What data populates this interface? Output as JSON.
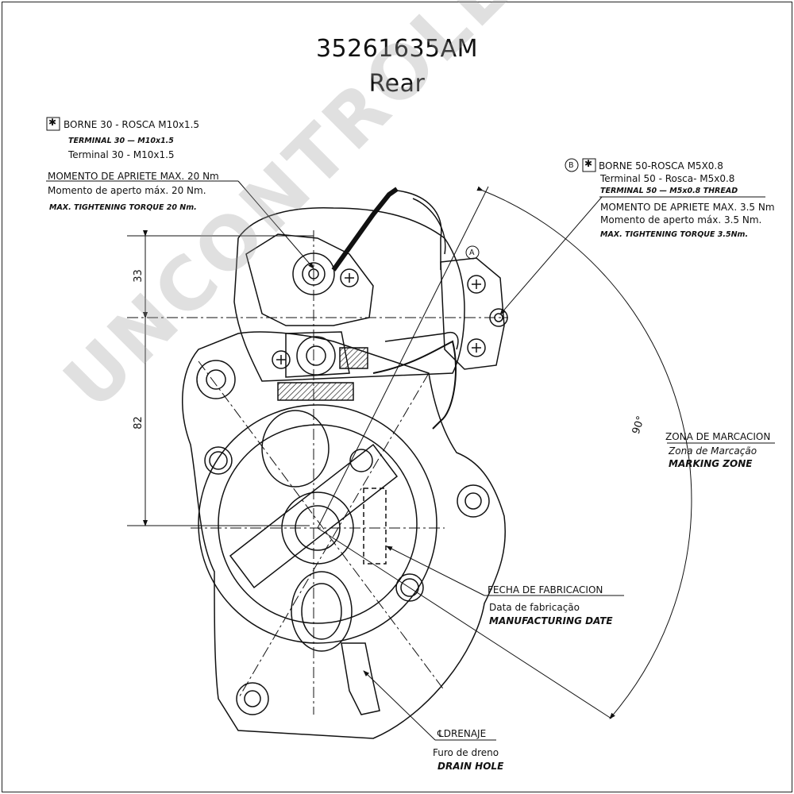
{
  "title": {
    "part_number": "35261635AM",
    "view": "Rear"
  },
  "terminal30": {
    "symbol": "✱",
    "line1": "BORNE 30 - ROSCA M10x1.5",
    "line2": "TERMINAL 30 — M10x1.5",
    "line3": "Terminal 30 - M10x1.5",
    "torque1": "MOMENTO DE APRIETE MAX. 20 Nm",
    "torque2": "Momento de aperto máx. 20 Nm.",
    "torque3": "MAX. TIGHTENING TORQUE 20 Nm."
  },
  "terminal50": {
    "callout": "B",
    "symbol": "✱",
    "line1": "BORNE 50-ROSCA M5X0.8",
    "line2": "Terminal 50 - Rosca- M5x0.8",
    "line3": "TERMINAL 50 — M5x0.8 THREAD",
    "torque1": "MOMENTO DE APRIETE MAX. 3.5 Nm",
    "torque2": "Momento de aperto máx. 3.5 Nm.",
    "torque3": "MAX. TIGHTENING TORQUE 3.5Nm."
  },
  "callout_a": "A",
  "marking_zone": {
    "line1": "ZONA DE MARCACION",
    "line2": "Zona de Marcação",
    "line3": "MARKING ZONE"
  },
  "manufacturing_date": {
    "line1": "FECHA DE FABRICACION",
    "line2": "Data de fabricação",
    "line3": "MANUFACTURING DATE"
  },
  "drain": {
    "line1": "℄DRENAJE",
    "line2": "Furo de dreno",
    "line3": "DRAIN HOLE"
  },
  "dimensions": {
    "d33": "33",
    "d82": "82",
    "angle": "90°"
  },
  "watermark": "UNCONTROLLED COPY"
}
